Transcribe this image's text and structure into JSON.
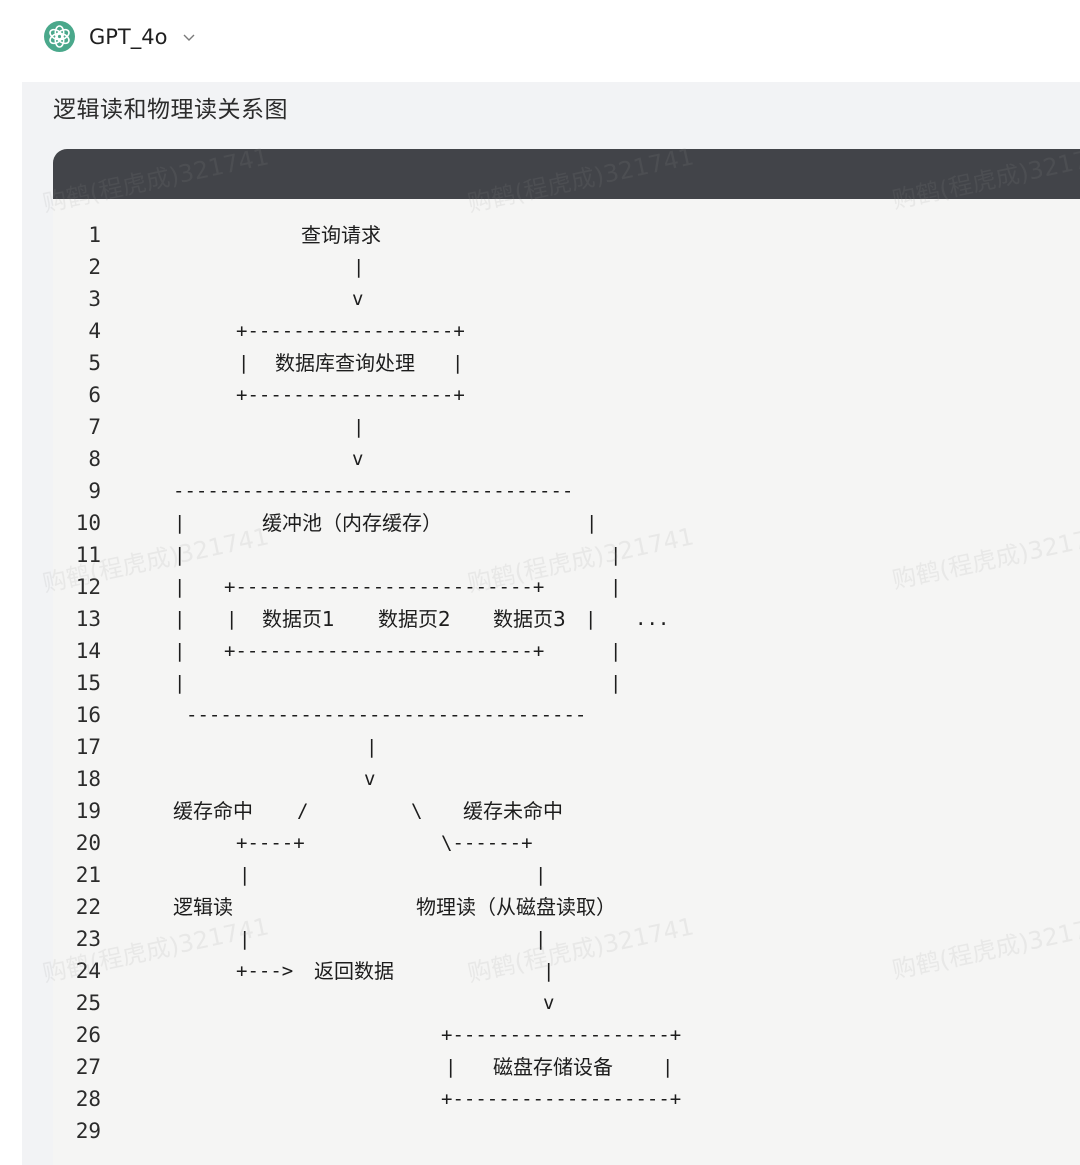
{
  "header": {
    "model_name": "GPT_4o",
    "logo_icon": "openai-logo-icon",
    "dropdown_icon": "chevron-down-icon",
    "logo_color": "#4aa88b"
  },
  "document": {
    "title": "逻辑读和物理读关系图"
  },
  "code_block": {
    "header_color": "#424449",
    "background_color": "#f5f5f4",
    "line_numbers": [
      "1",
      "2",
      "3",
      "4",
      "5",
      "6",
      "7",
      "8",
      "9",
      "10",
      "11",
      "12",
      "13",
      "14",
      "15",
      "16",
      "17",
      "18",
      "19",
      "20",
      "21",
      "22",
      "23",
      "24",
      "25",
      "26",
      "27",
      "28",
      "29"
    ],
    "lines": {
      "l1": "查询请求",
      "l2": "|",
      "l3": "v",
      "l4": "+------------------+",
      "l5_left": "|",
      "l5_text": "数据库查询处理",
      "l5_right": "|",
      "l6": "+------------------+",
      "l7": "|",
      "l8": "v",
      "l9": "-----------------------------------",
      "l10_left": "|",
      "l10_text": "缓冲池（内存缓存）",
      "l10_right": "|",
      "l11_left": "|",
      "l11_right": "|",
      "l12_left": "|",
      "l12_box": "+--------------------------+",
      "l12_right": "|",
      "l13_left": "|",
      "l13_inner_left": "|",
      "l13_page1": "数据页1",
      "l13_page2": "数据页2",
      "l13_page3": "数据页3",
      "l13_inner_right": "|",
      "l13_ellipsis": "...",
      "l14_left": "|",
      "l14_box": "+--------------------------+",
      "l14_right": "|",
      "l15_left": "|",
      "l15_right": "|",
      "l16": "-----------------------------------",
      "l17": "|",
      "l18": "v",
      "l19_hit": "缓存命中",
      "l19_slash": "/",
      "l19_backslash": "\\",
      "l19_miss": "缓存未命中",
      "l20_left": "+----+",
      "l20_right": "\\------+",
      "l21_left": "|",
      "l21_right": "|",
      "l22_logical": "逻辑读",
      "l22_physical": "物理读（从磁盘读取）",
      "l23_left": "|",
      "l23_right": "|",
      "l24_arrow": "+--->",
      "l24_return": "返回数据",
      "l24_right": "|",
      "l25": "v",
      "l26": "+-------------------+",
      "l27_left": "|",
      "l27_text": "磁盘存储设备",
      "l27_right": "|",
      "l28": "+-------------------+",
      "l29": ""
    }
  },
  "watermarks": {
    "text_a": "购鹤(程虎成)321741",
    "text_b": "购鹤(程虎成)321741",
    "text_c": "购鹤(程虎成)3217"
  }
}
